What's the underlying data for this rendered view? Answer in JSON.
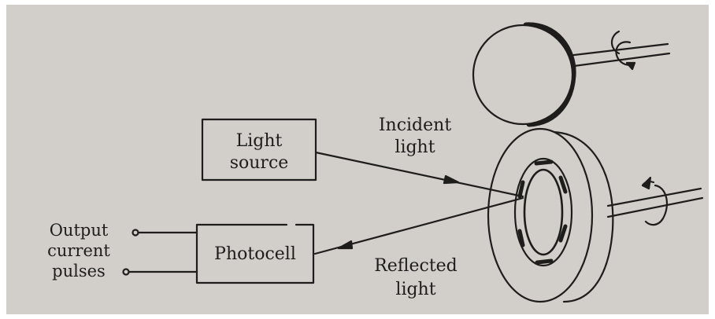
{
  "colors": {
    "paper": "#d2cfca",
    "ink": "#1f1d1b",
    "border": "#ffffff"
  },
  "labels": {
    "light_source_line1": "Light",
    "light_source_line2": "source",
    "photocell": "Photocell",
    "incident_line1": "Incident",
    "incident_line2": "light",
    "reflected_line1": "Reflected",
    "reflected_line2": "light",
    "output_line1": "Output",
    "output_line2": "current",
    "output_line3": "pulses"
  },
  "icons": {
    "upper_rotation": "rotation-arrow-icon",
    "lower_rotation": "rotation-arrow-icon"
  }
}
